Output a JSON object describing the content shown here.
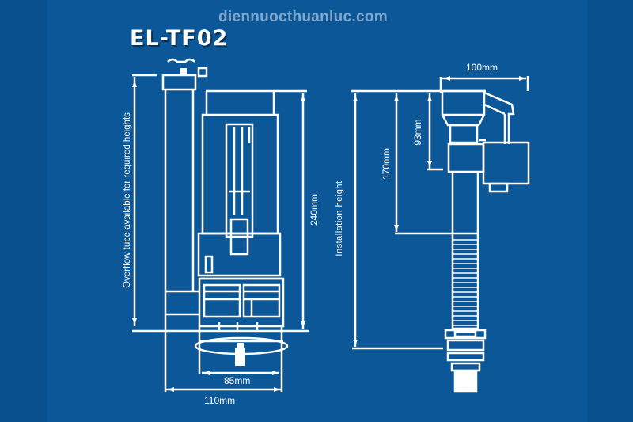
{
  "watermark": "diennuocthuanluc.com",
  "model": "EL-TF02",
  "colors": {
    "background": "#0b5797",
    "line": "#ffffff",
    "watermark": "#7fa8cf"
  },
  "flush_valve": {
    "overflow_label": "Overflow tube available for required heights",
    "height_label": "240mm",
    "inner_width_label": "85mm",
    "outer_width_label": "110mm"
  },
  "fill_valve": {
    "top_width_label": "100mm",
    "head_height_label": "93mm",
    "min_height_label": "170mm",
    "installation_label": "Installation height"
  }
}
